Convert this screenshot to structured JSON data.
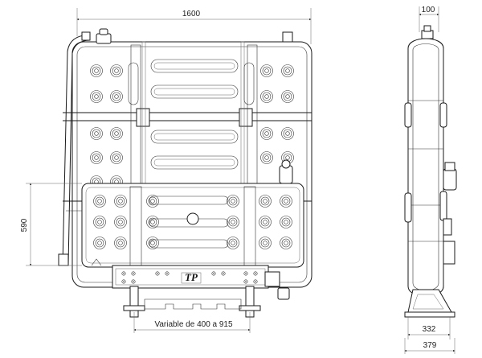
{
  "dimensions": {
    "front_width": "1600",
    "front_height": "590",
    "foot_spacing": "Variable de 400 a 915",
    "side_depth_top": "100",
    "side_depth_mid": "332",
    "side_depth_bottom": "379"
  },
  "logo": {
    "text": "TP"
  },
  "icons": [
    "bolt-icon",
    "nut-icon"
  ]
}
